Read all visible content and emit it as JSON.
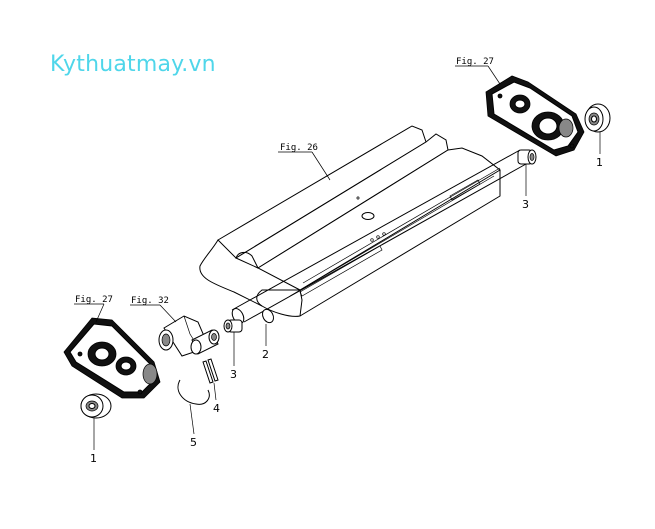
{
  "watermark": "Kythuatmay.vn",
  "figure_refs": {
    "fig27_right": "Fig. 27",
    "fig26": "Fig. 26",
    "fig27_left": "Fig. 27",
    "fig32": "Fig. 32"
  },
  "part_labels": {
    "p1_right": "1",
    "p3_right": "3",
    "p2": "2",
    "p3_left": "3",
    "p4": "4",
    "p5": "5",
    "p1_left": "1"
  }
}
